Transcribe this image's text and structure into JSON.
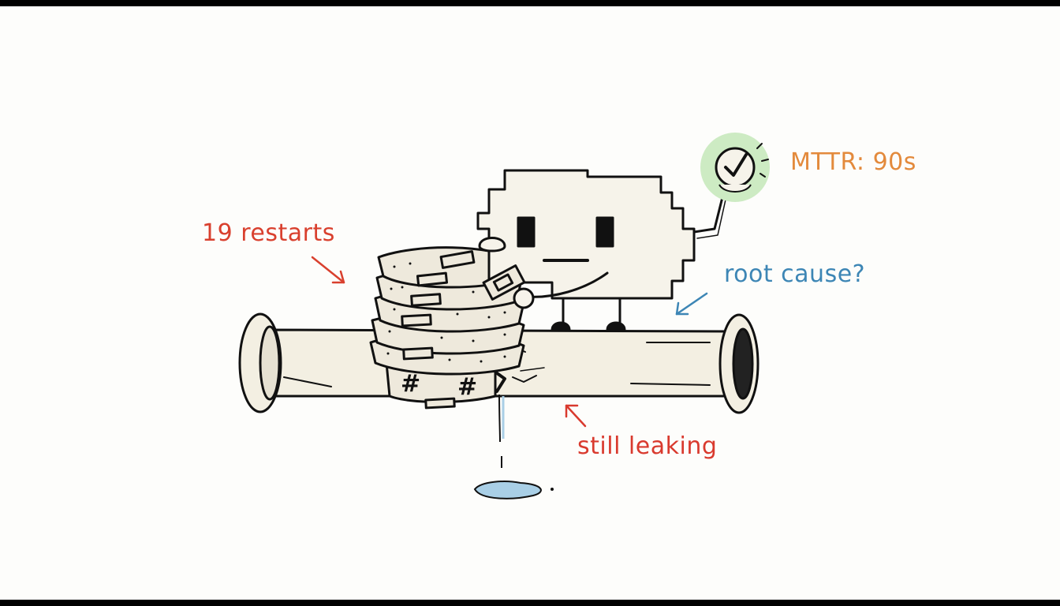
{
  "labels": {
    "restarts": "19 restarts",
    "mttr": "MTTR: 90s",
    "root_cause": "root cause?",
    "still_leaking": "still leaking"
  },
  "colors": {
    "restarts": "#d9402e",
    "mttr": "#e38a3c",
    "root_cause": "#3d86b5",
    "still_leaking": "#d93a2e",
    "outline": "#111111",
    "pipe_fill": "#f3efe2",
    "blob_fill": "#f6f3ea",
    "bandage_fill": "#eee9dc",
    "check_glow": "#cdebc3",
    "water": "#a9cfe6"
  },
  "icons": {
    "check": "check-circle-icon"
  }
}
